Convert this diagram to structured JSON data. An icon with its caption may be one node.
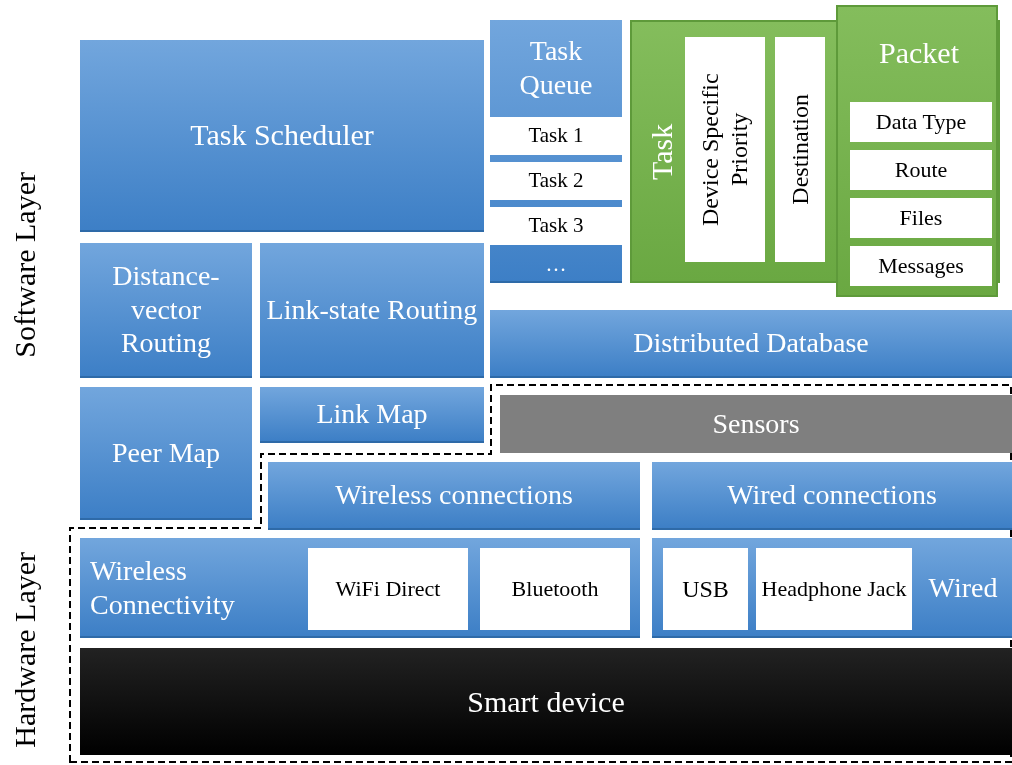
{
  "diagram": {
    "nodes": [
      {
        "text": [
          "Task Scheduler"
        ]
      },
      {
        "text": [
          "Task Queue"
        ]
      },
      {
        "text": [
          "Task 1"
        ],
        "in": 1
      },
      {
        "text": [
          "Task 2"
        ],
        "in": 1
      },
      {
        "text": [
          "Task 3"
        ],
        "in": 1
      },
      {
        "text": [
          "…"
        ],
        "in": 1
      },
      {
        "text": [
          "Task"
        ]
      },
      {
        "text": [
          "Device Specific Priority"
        ],
        "in": 6
      },
      {
        "text": [
          "Destination"
        ],
        "in": 6
      },
      {
        "text": [
          "Packet"
        ]
      },
      {
        "text": [
          "Data Type"
        ],
        "in": 9
      },
      {
        "text": [
          "Route"
        ],
        "in": 9
      },
      {
        "text": [
          "Files"
        ],
        "in": 9
      },
      {
        "text": [
          "Messages"
        ],
        "in": 9
      },
      {
        "text": [
          "Distance-vector Routing"
        ]
      },
      {
        "text": [
          "Link-state Routing"
        ]
      },
      {
        "text": [
          "Distributed Database"
        ]
      },
      {
        "text": [
          "Link Map"
        ]
      },
      {
        "text": [
          "Peer Map"
        ]
      },
      {
        "text": [
          "Sensors"
        ]
      },
      {
        "text": [
          "Wireless connections"
        ]
      },
      {
        "text": [
          "Wired connections"
        ]
      },
      {
        "text": [
          "Wireless Connectivity"
        ]
      },
      {
        "text": [
          "WiFi Direct"
        ],
        "in": 22
      },
      {
        "text": [
          "Bluetooth"
        ],
        "in": 22
      },
      {
        "text": [
          "Wired"
        ]
      },
      {
        "text": [
          "USB"
        ],
        "in": 25
      },
      {
        "text": [
          "Headphone Jack"
        ],
        "in": 25
      },
      {
        "text": [
          "Smart device"
        ]
      }
    ],
    "labels": [
      "Software Layer",
      "Hardware Layer"
    ]
  }
}
